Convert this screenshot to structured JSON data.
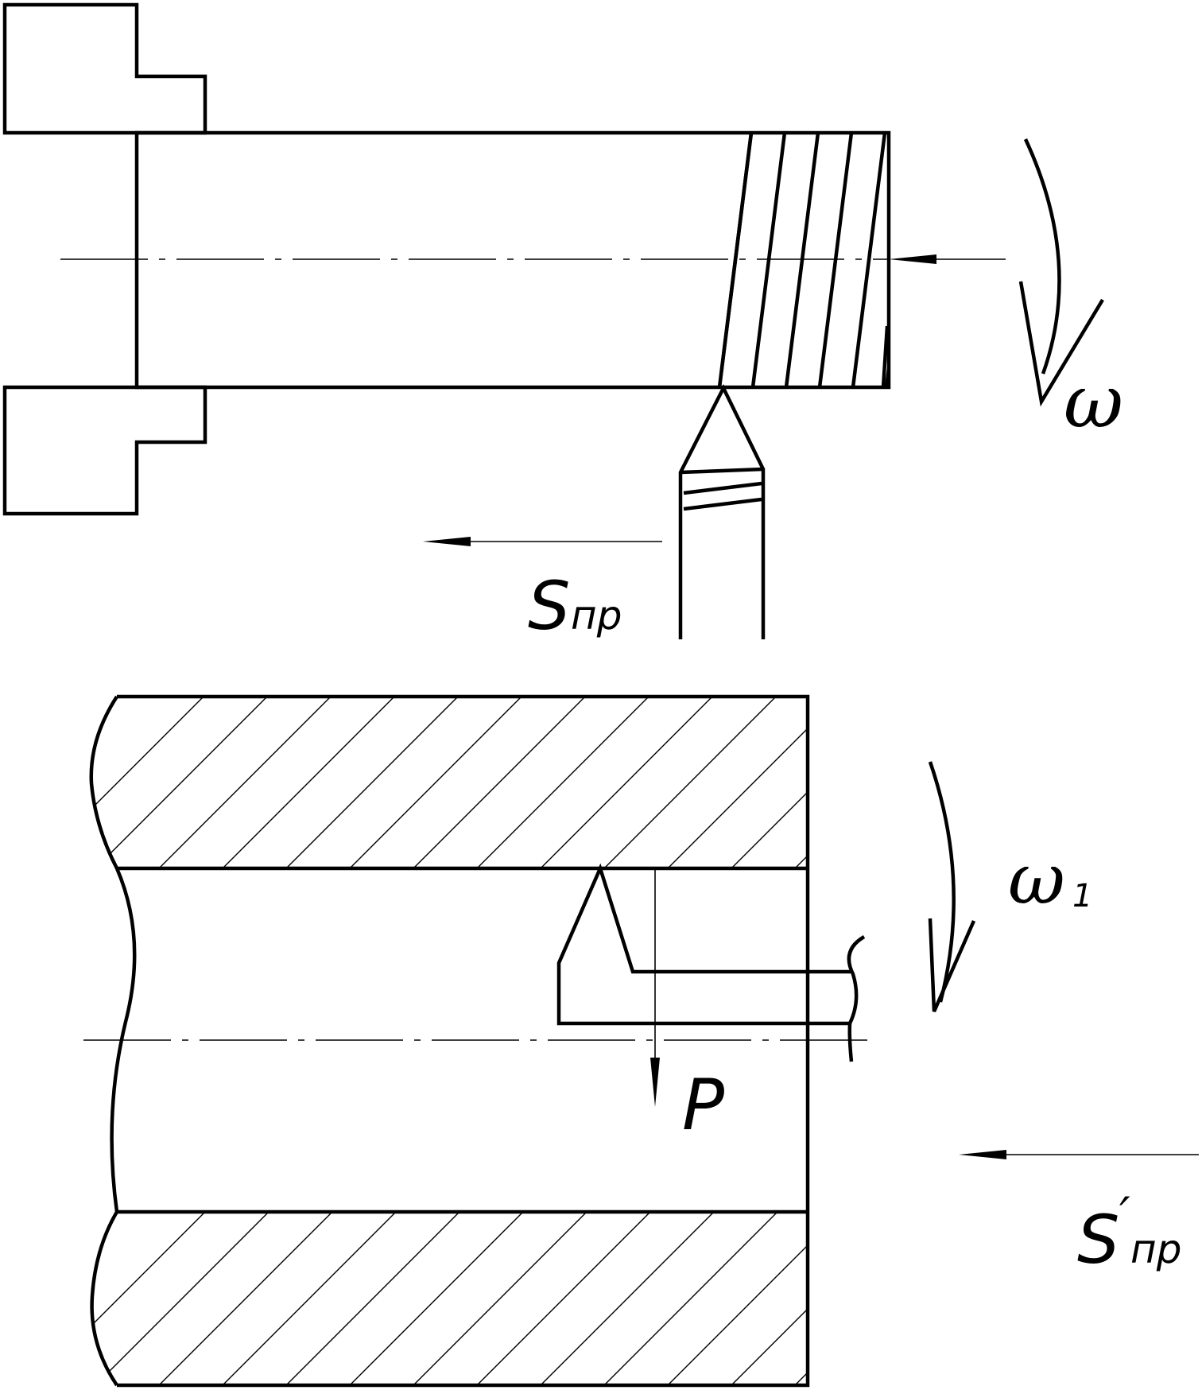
{
  "labels": {
    "omega": "ω",
    "omega1": "ω",
    "omega1_sub": "1",
    "s_feed": "S",
    "s_feed_sub": "пр",
    "force": "P",
    "s_feed2": "S",
    "s_feed2_prime": "′",
    "s_feed2_sub": "пр"
  }
}
